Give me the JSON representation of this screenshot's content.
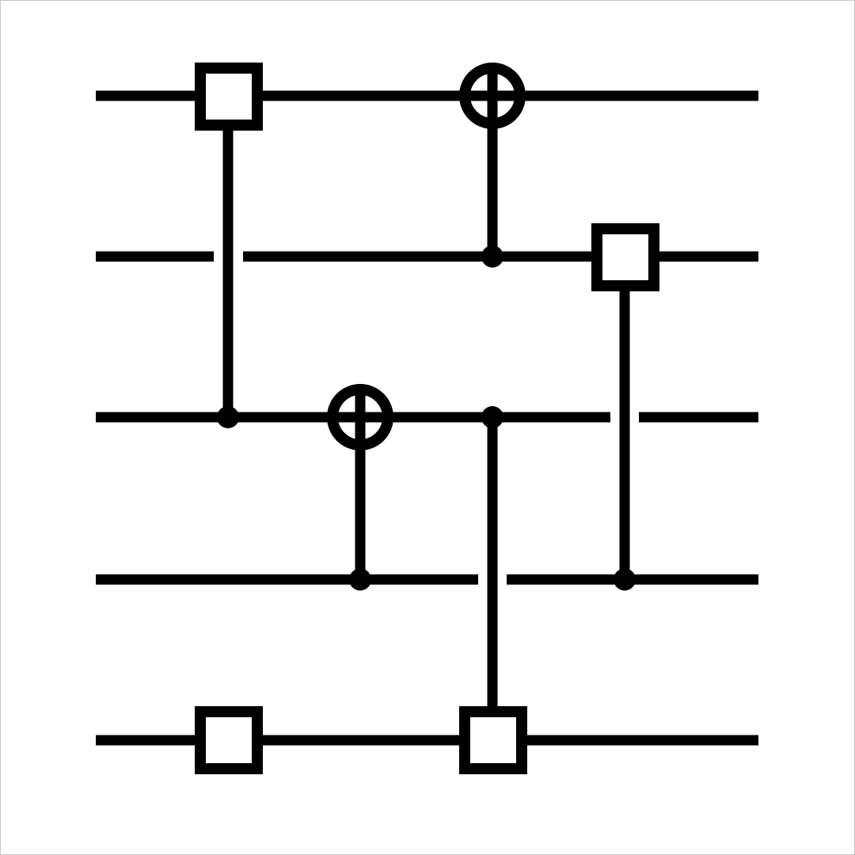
{
  "diagram": {
    "type": "circuit",
    "colors": {
      "ink": "#000000",
      "background": "#ffffff"
    },
    "wire_count": 5,
    "wires": [
      {
        "segments": 1
      },
      {
        "segments": 2
      },
      {
        "segments": 2
      },
      {
        "segments": 2
      },
      {
        "segments": 1
      }
    ],
    "gates": [
      {
        "kind": "box",
        "wire": 1,
        "step": 1
      },
      {
        "kind": "box",
        "wire": 5,
        "step": 1
      },
      {
        "kind": "control",
        "wire": 3,
        "step": 1
      },
      {
        "kind": "target",
        "wire": 3,
        "step": 2
      },
      {
        "kind": "control",
        "wire": 4,
        "step": 2
      },
      {
        "kind": "target",
        "wire": 1,
        "step": 3
      },
      {
        "kind": "control",
        "wire": 2,
        "step": 3
      },
      {
        "kind": "control",
        "wire": 3,
        "step": 3
      },
      {
        "kind": "box",
        "wire": 5,
        "step": 3
      },
      {
        "kind": "box",
        "wire": 2,
        "step": 4
      },
      {
        "kind": "control",
        "wire": 4,
        "step": 4
      }
    ]
  }
}
